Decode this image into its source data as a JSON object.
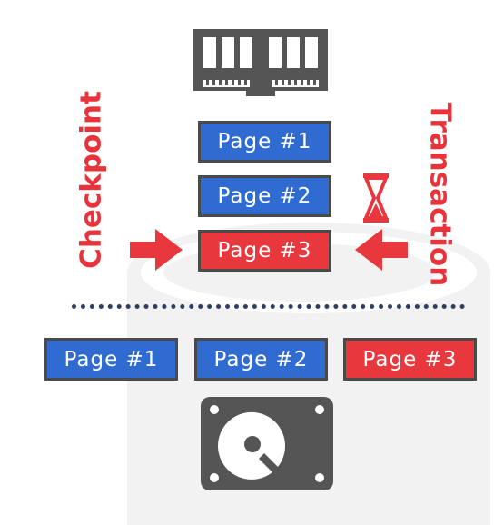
{
  "memory": {
    "pages": [
      {
        "label": "Page  #1",
        "state": "clean"
      },
      {
        "label": "Page  #2",
        "state": "clean"
      },
      {
        "label": "Page  #3",
        "state": "dirty"
      }
    ]
  },
  "disk": {
    "pages": [
      {
        "label": "Page  #1",
        "state": "clean"
      },
      {
        "label": "Page  #2",
        "state": "clean"
      },
      {
        "label": "Page  #3",
        "state": "dirty"
      }
    ]
  },
  "labels": {
    "checkpoint": "Checkpoint",
    "transaction": "Transaction"
  },
  "icons": {
    "memory": "ram-chip-icon",
    "disk": "hard-disk-icon",
    "transaction": "hourglass-icon",
    "arrows": "arrow-right-icon"
  },
  "colors": {
    "clean": "#2f6bd0",
    "dirty": "#e8373d",
    "border": "#4a4a4a",
    "label": "#e8333a",
    "divider": "#2e3f63"
  }
}
